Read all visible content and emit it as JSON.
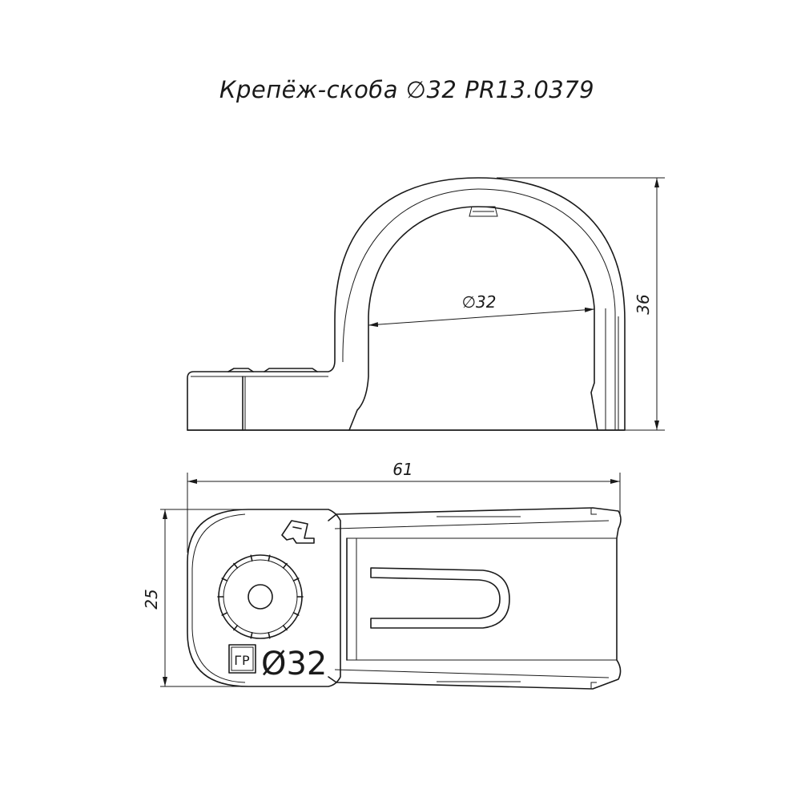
{
  "title": "Крепёж-скоба ∅32 PR13.0379",
  "dimensions": {
    "diameter": "∅32",
    "height": "36",
    "length": "61",
    "width": "25"
  },
  "markings": {
    "logo": "ГР",
    "size": "Ø32"
  }
}
